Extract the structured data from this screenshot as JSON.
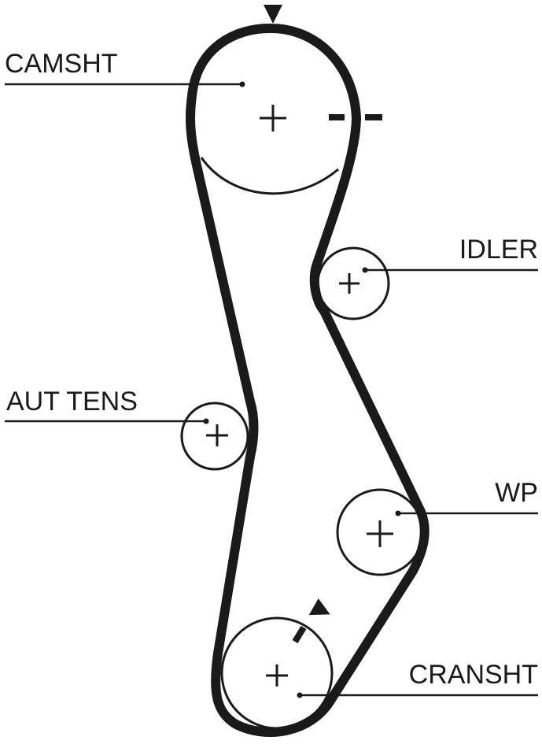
{
  "diagram": {
    "labels": {
      "camshaft": "CAMSHT",
      "idler": "IDLER",
      "auto_tensioner": "AUT TENS",
      "water_pump": "WP",
      "crankshaft": "CRANSHT"
    },
    "colors": {
      "belt": "#1a1a1a",
      "pulley_outline": "#1a1a1a",
      "leader_line": "#1a1a1a",
      "text": "#1a1a1a"
    },
    "icons": {
      "camshaft_timing_mark": "triangle-down-icon",
      "crankshaft_timing_mark": "triangle-down-icon",
      "pulley_center": "plus-icon"
    }
  }
}
